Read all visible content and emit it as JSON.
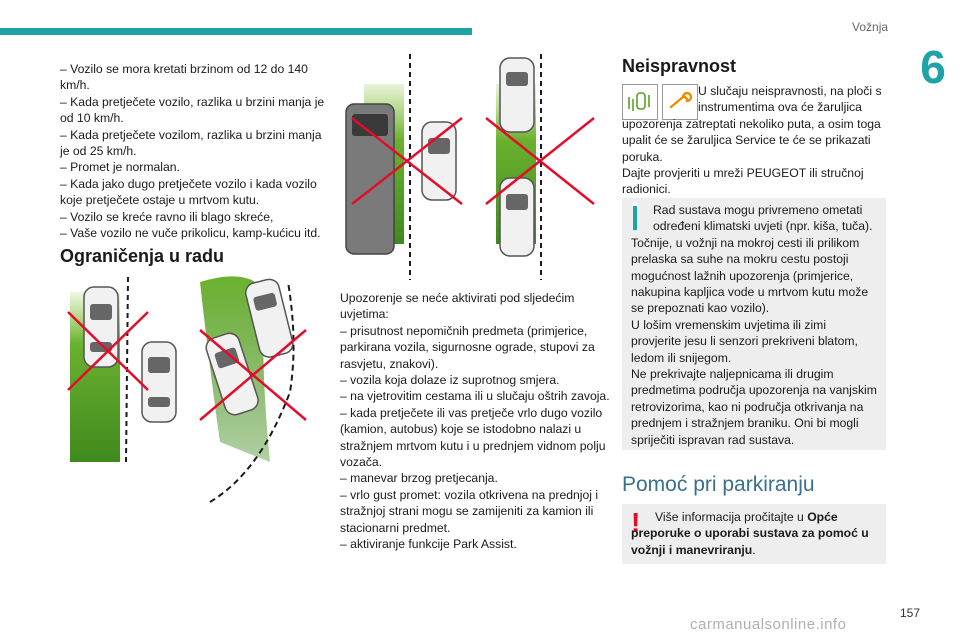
{
  "header": {
    "section": "Vožnja",
    "chapter_number": "6",
    "page_number": "157",
    "watermark": "carmanualsonline.info"
  },
  "left_column": {
    "bullets": [
      "– Vozilo se mora kretati brzinom od 12 do 140 km/h.",
      "– Kada pretječete vozilo, razlika u brzini manja je od 10 km/h.",
      "– Kada pretječete vozilom, razlika u brzini manja je od 25 km/h.",
      "– Promet je normalan.",
      "– Kada jako dugo pretječete vozilo i kada vozilo koje pretječete ostaje u mrtvom kutu.",
      "– Vozilo se kreće ravno ili blago skreće,",
      "– Vaše vozilo ne vuče prikolicu, kamp-kućicu itd."
    ],
    "heading": "Ograničenja u radu"
  },
  "middle_column": {
    "intro": "Upozorenje se neće aktivirati pod sljedećim uvjetima:",
    "bullets": [
      "– prisutnost nepomičnih predmeta (primjerice, parkirana vozila, sigurnosne ograde, stupovi za rasvjetu, znakovi).",
      "– vozila koja dolaze iz suprotnog smjera.",
      "– na vjetrovitim cestama ili u slučaju oštrih zavoja.",
      "– kada pretječete ili vas pretječe vrlo dugo vozilo (kamion, autobus) koje se istodobno nalazi u stražnjem mrtvom kutu i u prednjem vidnom polju vozača.",
      "– manevar brzog pretjecanja.",
      "– vrlo gust promet: vozila otkrivena na prednjoj i stražnjoj strani mogu se zamijeniti za kamion ili stacionarni predmet.",
      "– aktiviranje funkcije Park Assist."
    ]
  },
  "right_column": {
    "heading": "Neispravnost",
    "fault_text_1": "U slučaju neispravnosti, na ploči s",
    "fault_text_2": "instrumentima ova će žaruljica",
    "fault_text_rest": "upozorenja zatreptati nekoliko puta, a osim toga upalit će se žaruljica Service te će se prikazati poruka.",
    "fault_text_dealer": "Dajte provjeriti u mreži PEUGEOT ili stručnoj radionici.",
    "info_first": "Rad sustava mogu privremeno ometati",
    "info_second": "određeni klimatski uvjeti (npr. kiša, tuča).",
    "info_rest": "Točnije, u vožnji na mokroj cesti ili prilikom prelaska sa suhe na mokru cestu postoji mogućnost lažnih upozorenja (primjerice, nakupina kapljica vode u mrtvom kutu može se prepoznati kao vozilo).",
    "info_winter": "U lošim vremenskim uvjetima ili zimi provjerite jesu li senzori prekriveni blatom, ledom ili snijegom.",
    "info_stickers": "Ne prekrivajte naljepnicama ili drugim predmetima područja upozorenja na vanjskim retrovizorima, kao ni područja otkrivanja na prednjem i stražnjem braniku. Oni bi mogli spriječiti ispravan rad sustava.",
    "heading2": "Pomoć pri parkiranju",
    "note_first": "Više informacija pročitajte u",
    "note_bold1": "Opće",
    "note_bold2": "preporuke o uporabi sustava za pomoć u vožnji i manevriranju",
    "note_end": "."
  },
  "colors": {
    "accent": "#1ea3a6",
    "zone_green": "#5aa12b",
    "cross_red": "#e30d2a",
    "heading2_blue": "#3a6f8f",
    "box_grey": "#eeeeee"
  },
  "icons": [
    "blind-spot-warning-icon",
    "service-wrench-icon",
    "info-icon",
    "warning-exclamation-icon"
  ]
}
